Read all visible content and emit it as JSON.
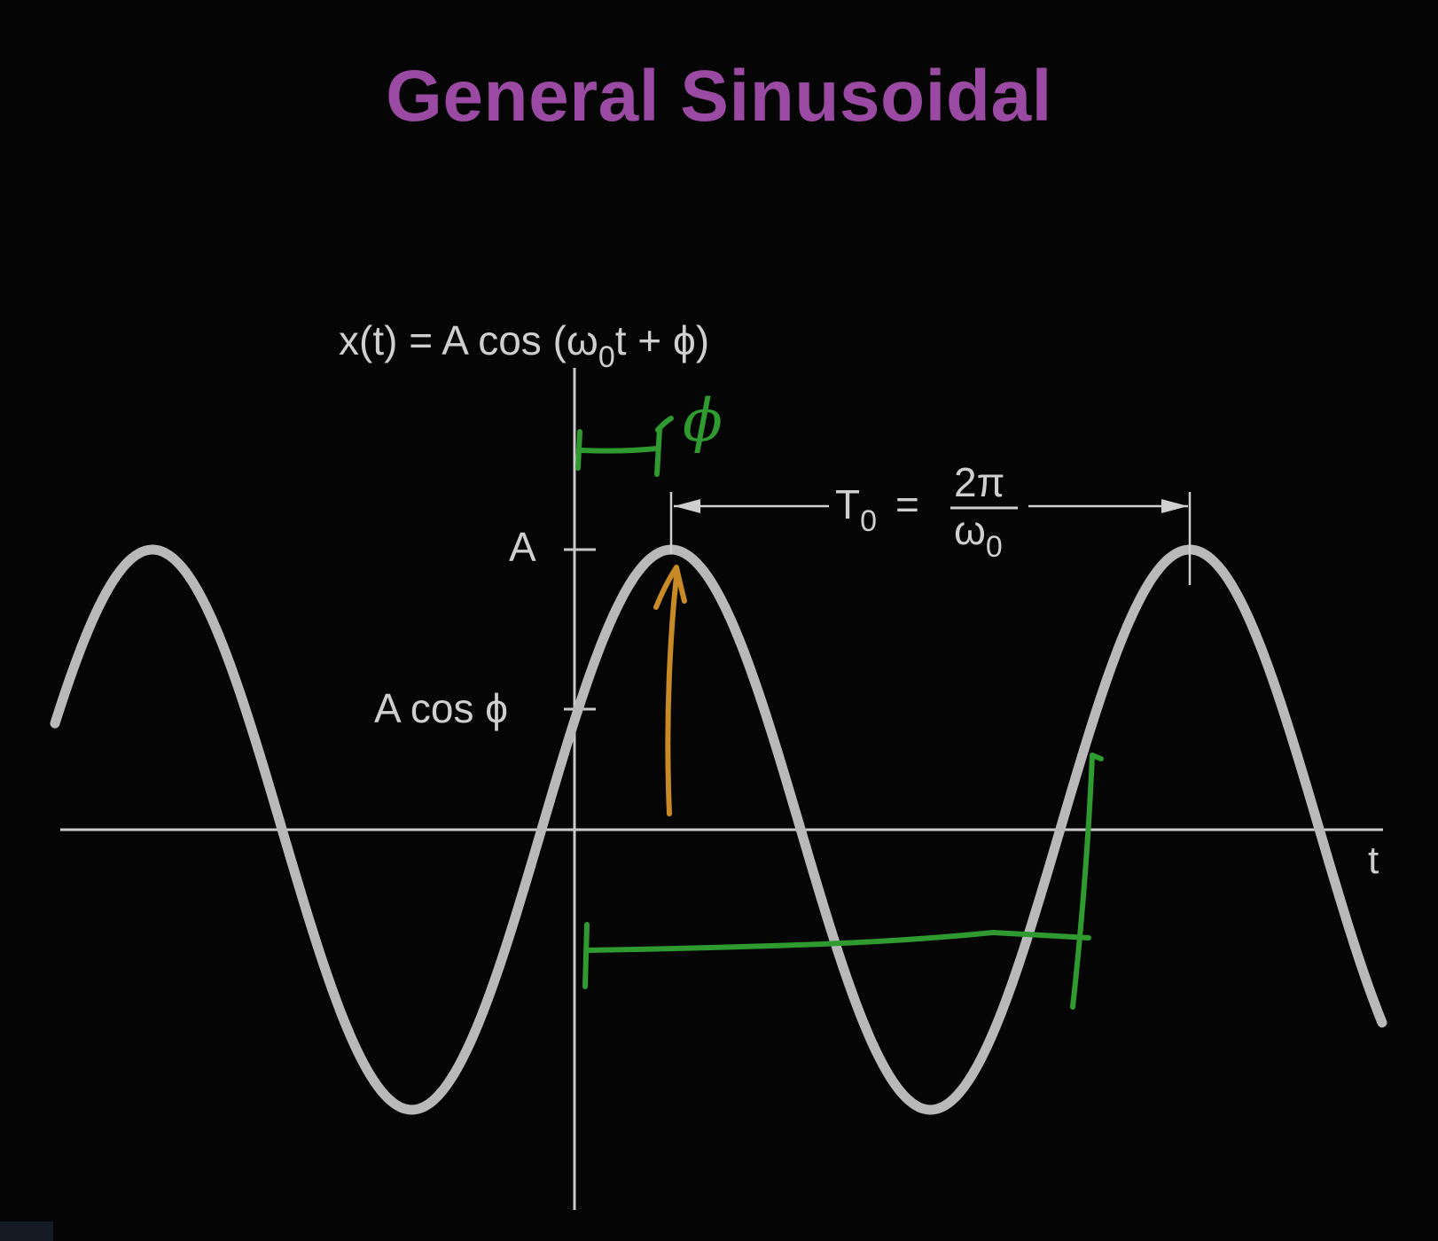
{
  "title": "General Sinusoidal",
  "equation": {
    "lhs": "x(t) = A cos (ω",
    "sub": "0",
    "rhs": "t + ϕ)"
  },
  "labels": {
    "amplitude": "A",
    "acos": "A cos ϕ",
    "t_axis": "t",
    "period_T": "T",
    "period_sub": "0",
    "period_eq": "=",
    "period_num": "2π",
    "period_den": "ω",
    "period_den_sub": "0",
    "phi_handwritten": "ϕ"
  },
  "colors": {
    "background": "#050505",
    "title": "#9b4aa3",
    "curve": "#b9b9b9",
    "axes": "#c8c8c8",
    "annotation_green": "#2f9a2f",
    "annotation_orange": "#c88a25"
  }
}
